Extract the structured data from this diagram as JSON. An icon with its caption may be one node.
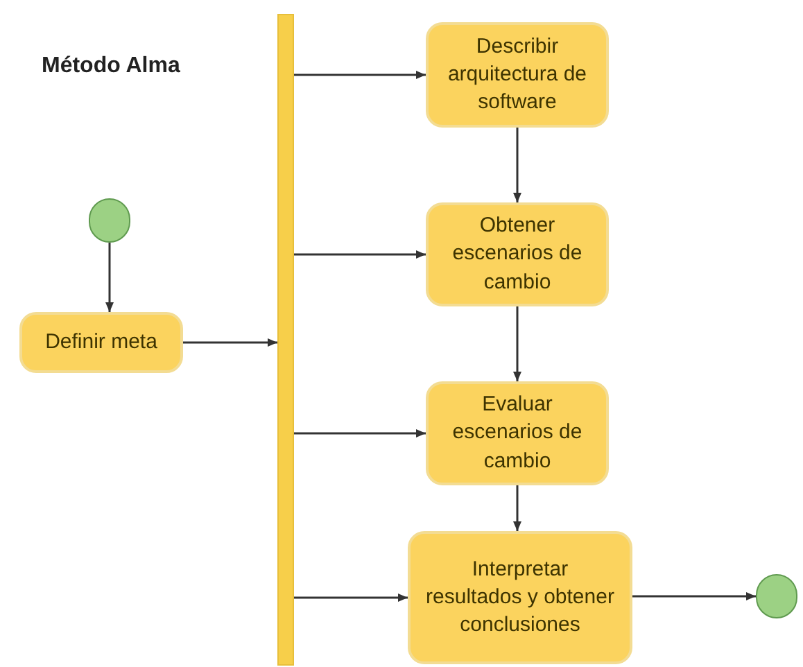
{
  "diagram": {
    "title": "Método Alma",
    "nodes": [
      {
        "text": [],
        "shape": "circle"
      },
      {
        "text": [
          "Definir meta"
        ]
      },
      {
        "text": [],
        "shape": "bar"
      },
      {
        "text": [
          "Describir arquitectura de software"
        ]
      },
      {
        "text": [
          "Obtener escenarios de cambio"
        ]
      },
      {
        "text": [
          "Evaluar escenarios de cambio"
        ]
      },
      {
        "text": [
          "Interpretar resultados y obtener conclusiones"
        ]
      },
      {
        "text": [],
        "shape": "circle"
      }
    ],
    "edges": [
      {
        "from": 0,
        "to": 1,
        "arrow": "to"
      },
      {
        "from": 1,
        "to": 2,
        "arrow": "to"
      },
      {
        "from": 2,
        "to": 3,
        "arrow": "to"
      },
      {
        "from": 2,
        "to": 4,
        "arrow": "to"
      },
      {
        "from": 2,
        "to": 5,
        "arrow": "to"
      },
      {
        "from": 2,
        "to": 6,
        "arrow": "to"
      },
      {
        "from": 3,
        "to": 4,
        "arrow": "to"
      },
      {
        "from": 4,
        "to": 5,
        "arrow": "to"
      },
      {
        "from": 5,
        "to": 6,
        "arrow": "to"
      },
      {
        "from": 6,
        "to": 7,
        "arrow": "to"
      }
    ]
  }
}
